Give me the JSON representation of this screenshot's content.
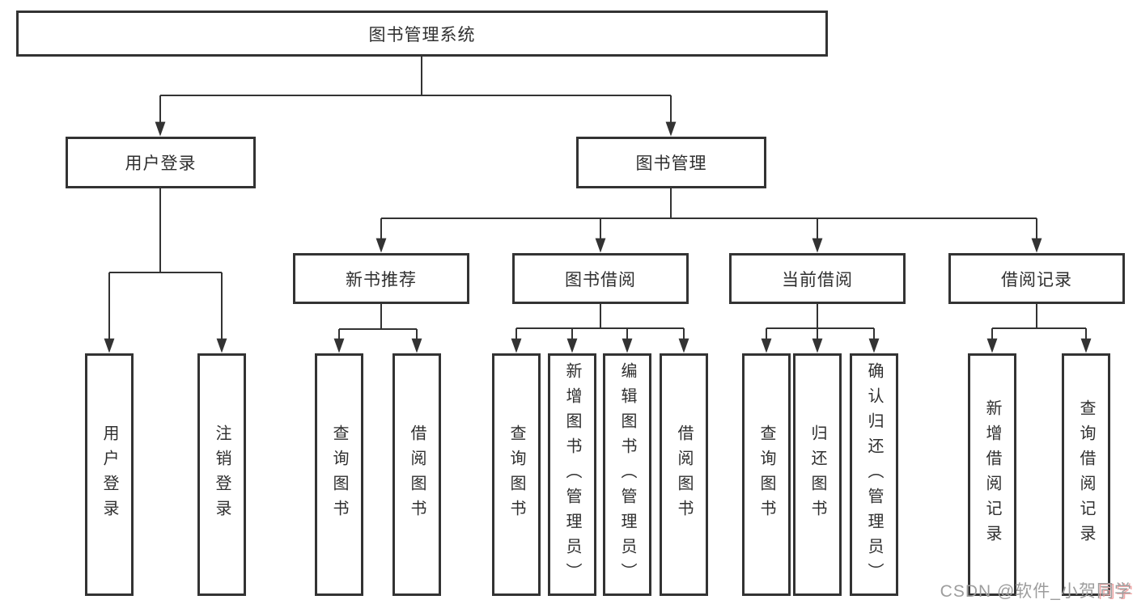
{
  "diagram": {
    "root": {
      "label": "图书管理系统"
    },
    "branches": {
      "login": {
        "label": "用户登录",
        "children": [
          {
            "label": "用户登录"
          },
          {
            "label": "注销登录"
          }
        ]
      },
      "manage": {
        "label": "图书管理",
        "groups": [
          {
            "label": "新书推荐",
            "children": [
              {
                "label": "查询图书"
              },
              {
                "label": "借阅图书"
              }
            ]
          },
          {
            "label": "图书借阅",
            "children": [
              {
                "label": "查询图书"
              },
              {
                "label": "新增图书（管理员）"
              },
              {
                "label": "编辑图书（管理员）"
              },
              {
                "label": "借阅图书"
              }
            ]
          },
          {
            "label": "当前借阅",
            "children": [
              {
                "label": "查询图书"
              },
              {
                "label": "归还图书"
              },
              {
                "label": "确认归还（管理员）"
              }
            ]
          },
          {
            "label": "借阅记录",
            "children": [
              {
                "label": "新增借阅记录"
              },
              {
                "label": "查询借阅记录"
              }
            ]
          }
        ]
      }
    }
  },
  "colors": {
    "line": "#333333",
    "box_border": "#333333",
    "text": "#2f2f2f",
    "background": "#ffffff",
    "watermark_gray": "#9d9d9d",
    "watermark_pink": "#f3a8a8"
  },
  "watermark": {
    "part1": "CSDN @软件_小贺",
    "part2": "同学"
  }
}
